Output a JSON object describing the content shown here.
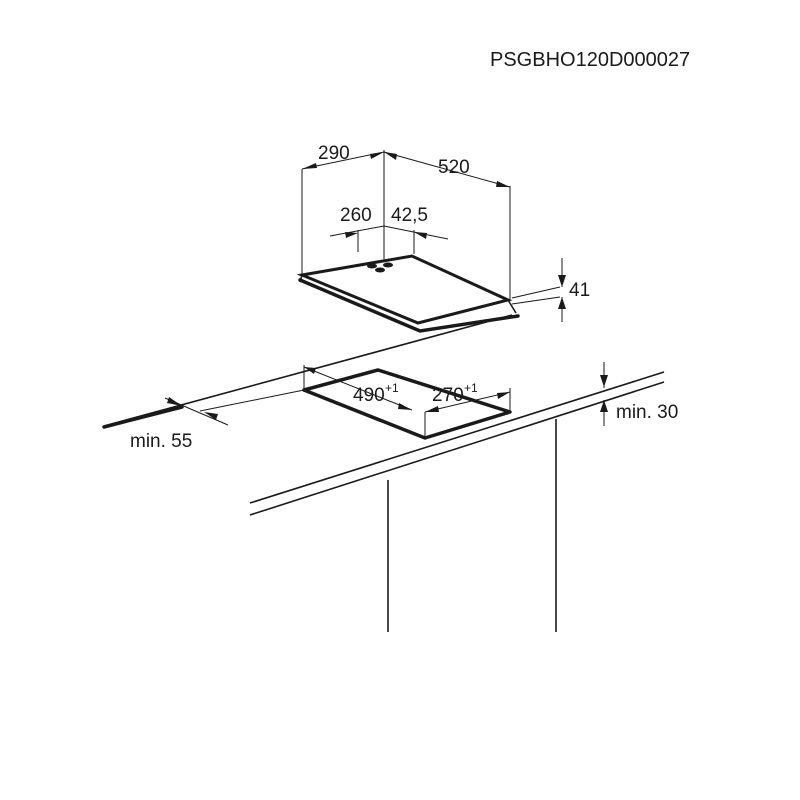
{
  "header": {
    "code": "PSGBHO120D000027"
  },
  "dimensions": {
    "depth": "290",
    "width": "520",
    "burner_offset_left": "260",
    "burner_offset_right": "42,5",
    "height": "41",
    "cutout_depth": "490",
    "cutout_depth_tol": "+1",
    "cutout_width": "270",
    "cutout_width_tol": "+1",
    "min_front": "min. 55",
    "min_below": "min. 30"
  }
}
